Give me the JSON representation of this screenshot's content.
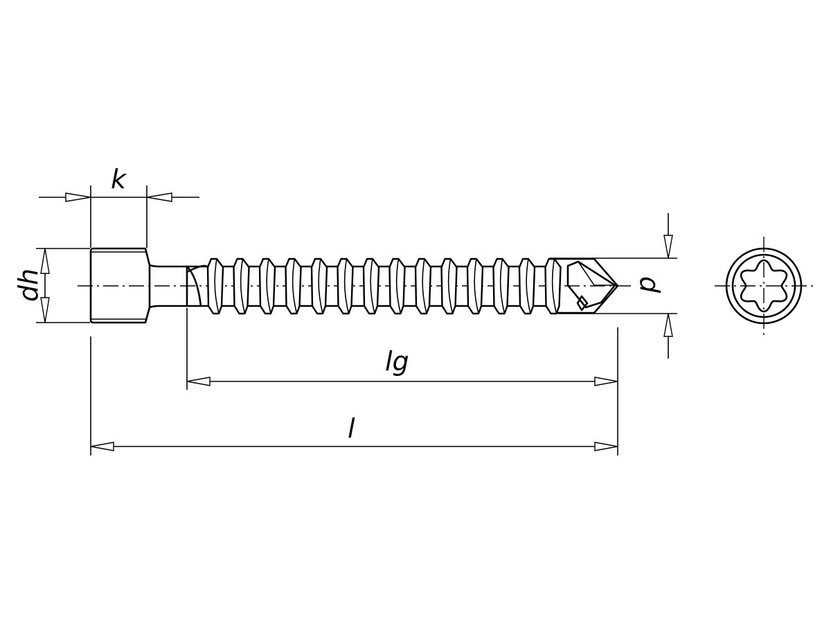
{
  "drawing": {
    "dimension_labels": {
      "head_height": "k",
      "head_diameter": "dh",
      "thread_diameter": "d",
      "thread_length": "lg",
      "total_length": "l"
    },
    "drive_type_icon": "hexalobular-drive-icon",
    "line_color": "#000000",
    "background_color": "#ffffff"
  }
}
